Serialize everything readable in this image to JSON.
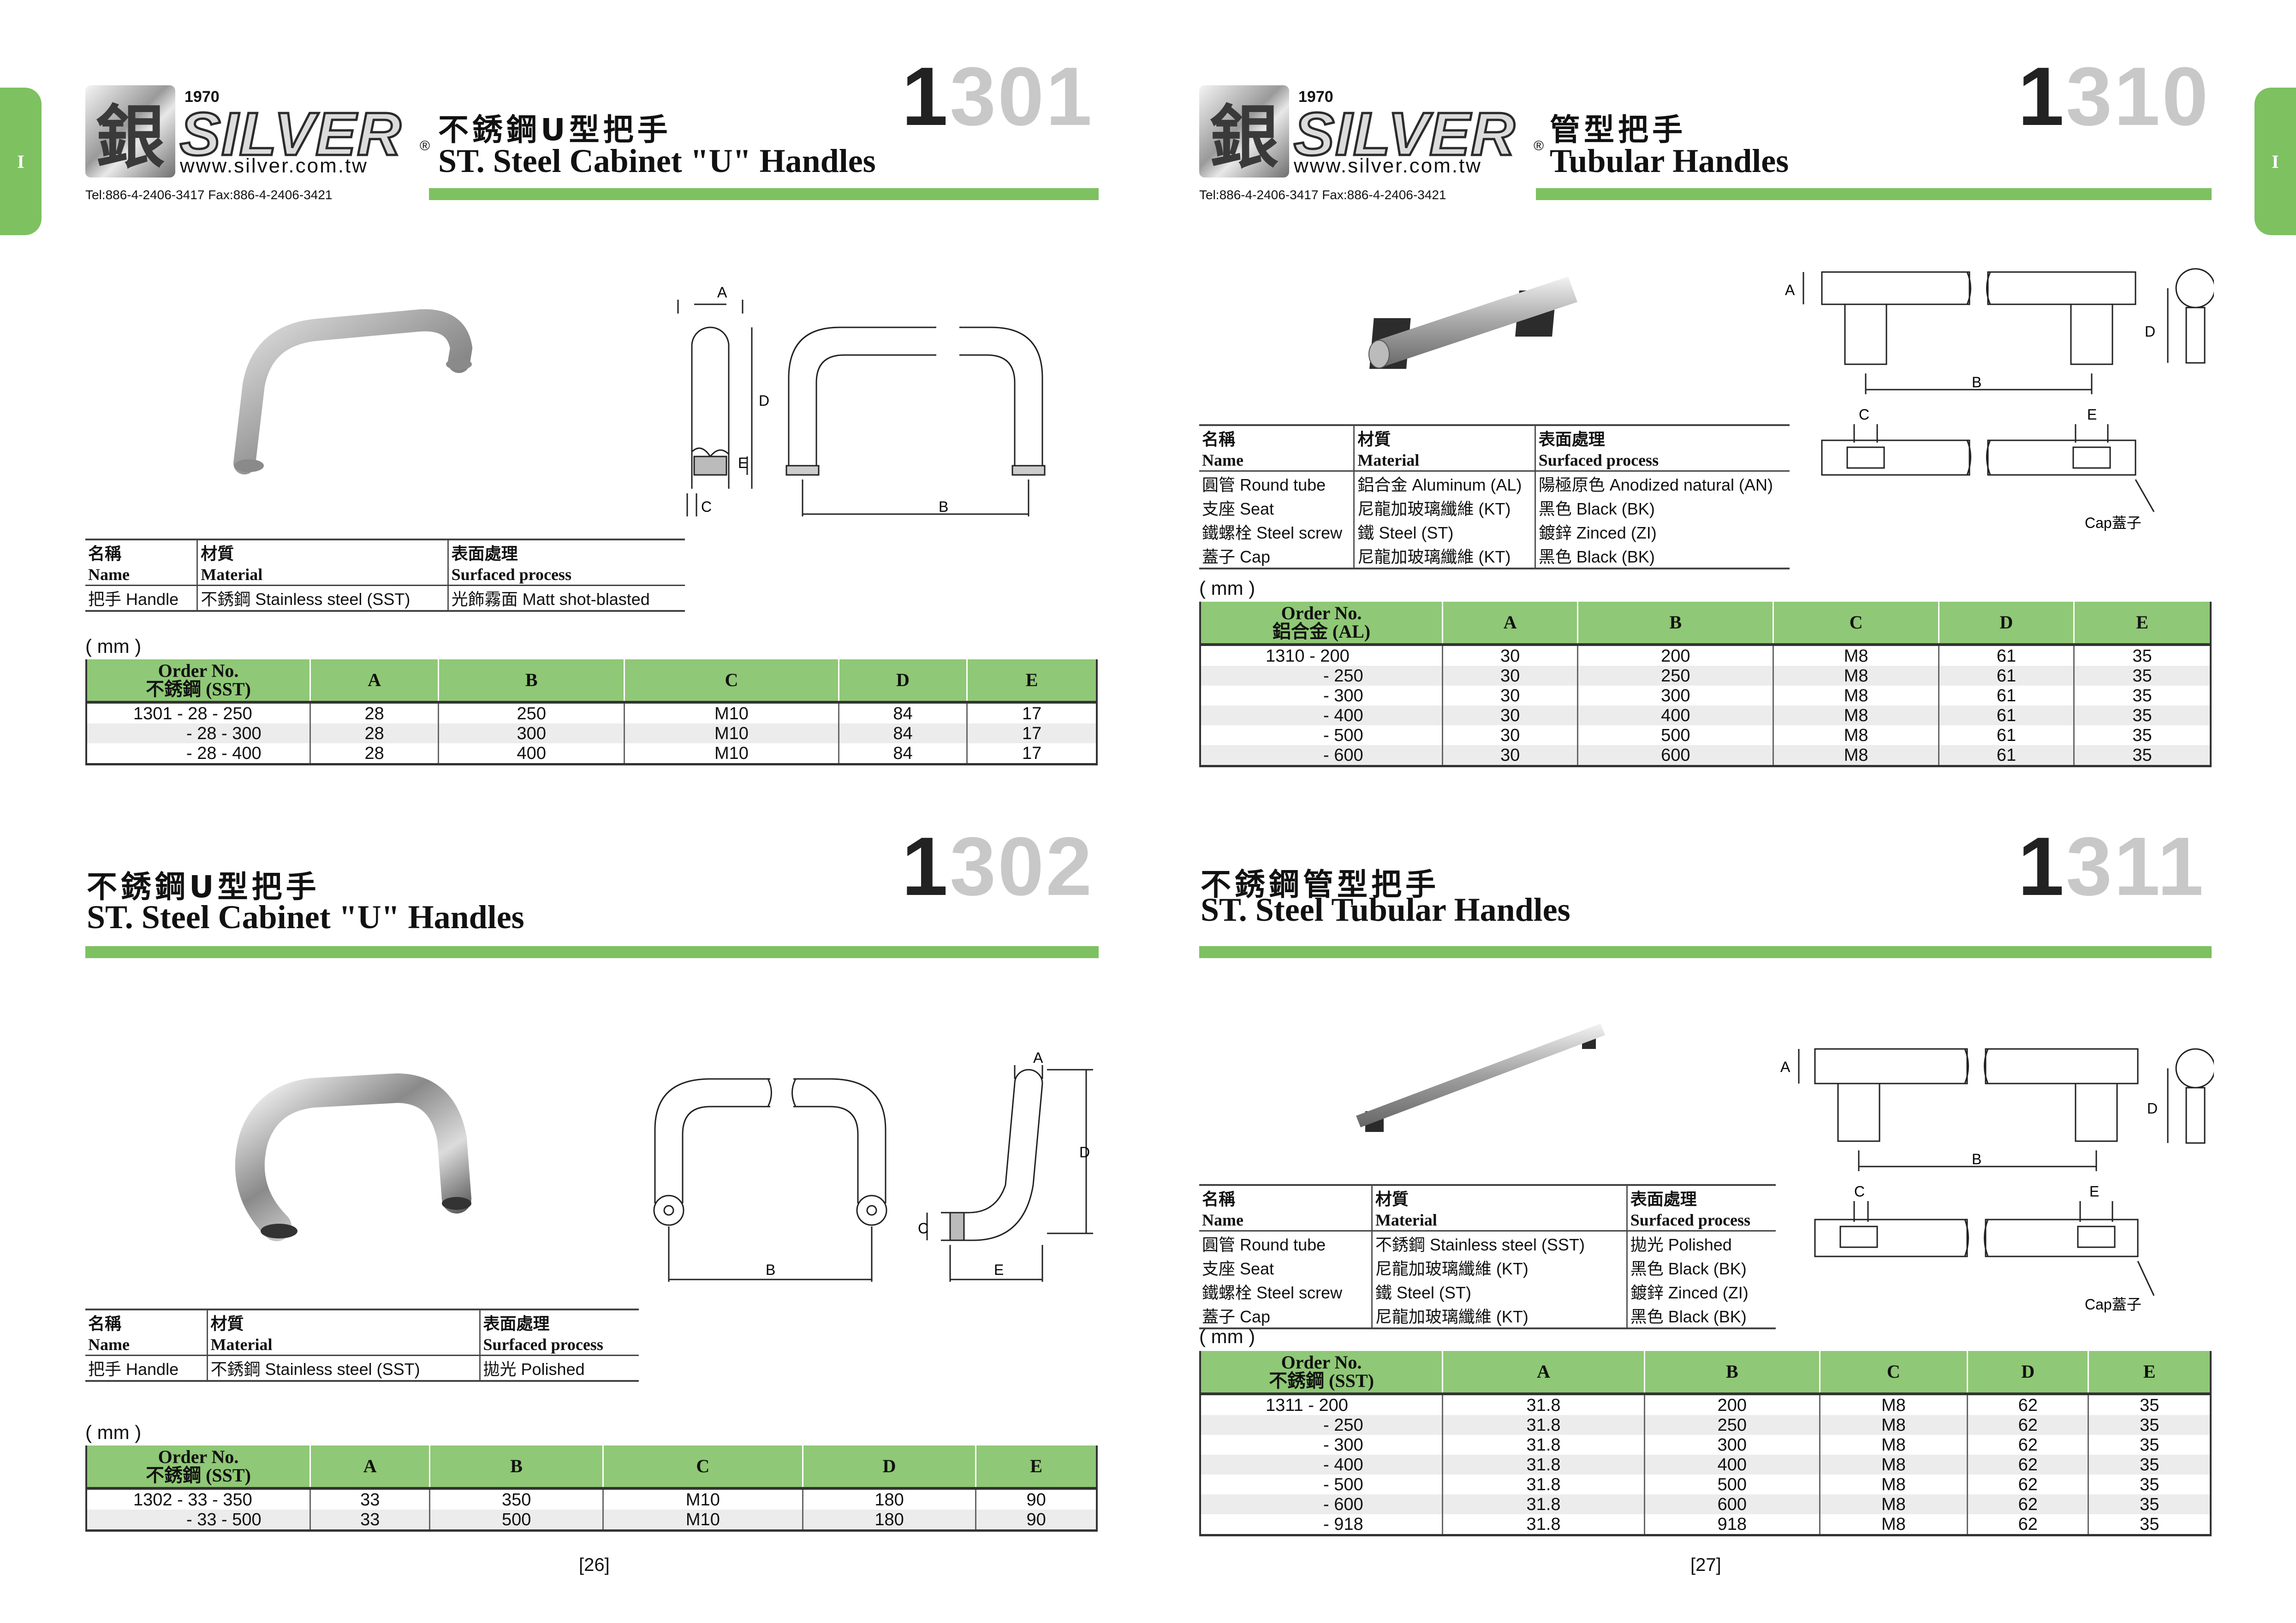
{
  "side_tab": "I",
  "logo": {
    "year": "1970",
    "brand": "SILVER",
    "reg": "®",
    "website": "www.silver.com.tw",
    "tel": "Tel:886-4-2406-3417  Fax:886-4-2406-3421",
    "mark": "銀"
  },
  "products": {
    "p1301": {
      "code_first": "1",
      "code_rest": "301",
      "title_zh": "不銹鋼U型把手",
      "title_en": "ST. Steel Cabinet \"U\" Handles",
      "material": {
        "headers_zh": [
          "名稱",
          "材質",
          "表面處理"
        ],
        "headers_en": [
          "Name",
          "Material",
          "Surfaced process"
        ],
        "rows": [
          [
            "把手 Handle",
            "不銹鋼 Stainless steel (SST)",
            "光飾霧面 Matt shot-blasted"
          ]
        ]
      },
      "unit": "( mm )",
      "order_header_en": "Order No.",
      "order_header_zh": "不銹鋼 (SST)",
      "cols": [
        "A",
        "B",
        "C",
        "D",
        "E"
      ],
      "rows": [
        [
          "1301  - 28 - 250",
          "28",
          "250",
          "M10",
          "84",
          "17"
        ],
        [
          "- 28 - 300",
          "28",
          "300",
          "M10",
          "84",
          "17"
        ],
        [
          "- 28 - 400",
          "28",
          "400",
          "M10",
          "84",
          "17"
        ]
      ]
    },
    "p1310": {
      "code_first": "1",
      "code_rest": "310",
      "title_zh": "管型把手",
      "title_en": "Tubular Handles",
      "material": {
        "headers_zh": [
          "名稱",
          "材質",
          "表面處理"
        ],
        "headers_en": [
          "Name",
          "Material",
          "Surfaced process"
        ],
        "rows": [
          [
            "圓管 Round tube",
            "鋁合金 Aluminum (AL)",
            "陽極原色 Anodized natural (AN)"
          ],
          [
            "支座 Seat",
            "尼龍加玻璃纖維 (KT)",
            "黑色 Black (BK)"
          ],
          [
            "鐵螺栓 Steel screw",
            "鐵 Steel (ST)",
            "鍍鋅 Zinced (ZI)"
          ],
          [
            "蓋子 Cap",
            "尼龍加玻璃纖維 (KT)",
            "黑色 Black (BK)"
          ]
        ]
      },
      "unit": "( mm )",
      "order_header_en": "Order No.",
      "order_header_zh": "鋁合金 (AL)",
      "cols": [
        "A",
        "B",
        "C",
        "D",
        "E"
      ],
      "rows": [
        [
          "1310  - 200",
          "30",
          "200",
          "M8",
          "61",
          "35"
        ],
        [
          "- 250",
          "30",
          "250",
          "M8",
          "61",
          "35"
        ],
        [
          "- 300",
          "30",
          "300",
          "M8",
          "61",
          "35"
        ],
        [
          "- 400",
          "30",
          "400",
          "M8",
          "61",
          "35"
        ],
        [
          "- 500",
          "30",
          "500",
          "M8",
          "61",
          "35"
        ],
        [
          "- 600",
          "30",
          "600",
          "M8",
          "61",
          "35"
        ]
      ],
      "cap_label": "Cap蓋子"
    },
    "p1302": {
      "code_first": "1",
      "code_rest": "302",
      "title_zh": "不銹鋼U型把手",
      "title_en": "ST. Steel Cabinet \"U\" Handles",
      "material": {
        "headers_zh": [
          "名稱",
          "材質",
          "表面處理"
        ],
        "headers_en": [
          "Name",
          "Material",
          "Surfaced process"
        ],
        "rows": [
          [
            "把手 Handle",
            "不銹鋼 Stainless steel (SST)",
            "拋光 Polished"
          ]
        ]
      },
      "unit": "( mm )",
      "order_header_en": "Order No.",
      "order_header_zh": "不銹鋼 (SST)",
      "cols": [
        "A",
        "B",
        "C",
        "D",
        "E"
      ],
      "rows": [
        [
          "1302  - 33 - 350",
          "33",
          "350",
          "M10",
          "180",
          "90"
        ],
        [
          "- 33 - 500",
          "33",
          "500",
          "M10",
          "180",
          "90"
        ]
      ]
    },
    "p1311": {
      "code_first": "1",
      "code_rest": "311",
      "title_zh": "不銹鋼管型把手",
      "title_en": "ST. Steel Tubular Handles",
      "material": {
        "headers_zh": [
          "名稱",
          "材質",
          "表面處理"
        ],
        "headers_en": [
          "Name",
          "Material",
          "Surfaced process"
        ],
        "rows": [
          [
            "圓管 Round tube",
            "不銹鋼 Stainless steel (SST)",
            "拋光 Polished"
          ],
          [
            "支座 Seat",
            "尼龍加玻璃纖維 (KT)",
            "黑色 Black (BK)"
          ],
          [
            "鐵螺栓 Steel screw",
            "鐵 Steel (ST)",
            "鍍鋅 Zinced (ZI)"
          ],
          [
            "蓋子 Cap",
            "尼龍加玻璃纖維 (KT)",
            "黑色 Black (BK)"
          ]
        ]
      },
      "unit": "( mm )",
      "order_header_en": "Order No.",
      "order_header_zh": "不銹鋼 (SST)",
      "cols": [
        "A",
        "B",
        "C",
        "D",
        "E"
      ],
      "rows": [
        [
          "1311  - 200",
          "31.8",
          "200",
          "M8",
          "62",
          "35"
        ],
        [
          "- 250",
          "31.8",
          "250",
          "M8",
          "62",
          "35"
        ],
        [
          "- 300",
          "31.8",
          "300",
          "M8",
          "62",
          "35"
        ],
        [
          "- 400",
          "31.8",
          "400",
          "M8",
          "62",
          "35"
        ],
        [
          "- 500",
          "31.8",
          "500",
          "M8",
          "62",
          "35"
        ],
        [
          "- 600",
          "31.8",
          "600",
          "M8",
          "62",
          "35"
        ],
        [
          "- 918",
          "31.8",
          "918",
          "M8",
          "62",
          "35"
        ]
      ],
      "cap_label": "Cap蓋子"
    }
  },
  "dims": {
    "a": "A",
    "b": "B",
    "c": "C",
    "d": "D",
    "e": "E"
  },
  "page_numbers": {
    "left": "[26]",
    "right": "[27]"
  },
  "colors": {
    "accent_green": "#7dc161",
    "table_header_green": "#8fc876"
  }
}
